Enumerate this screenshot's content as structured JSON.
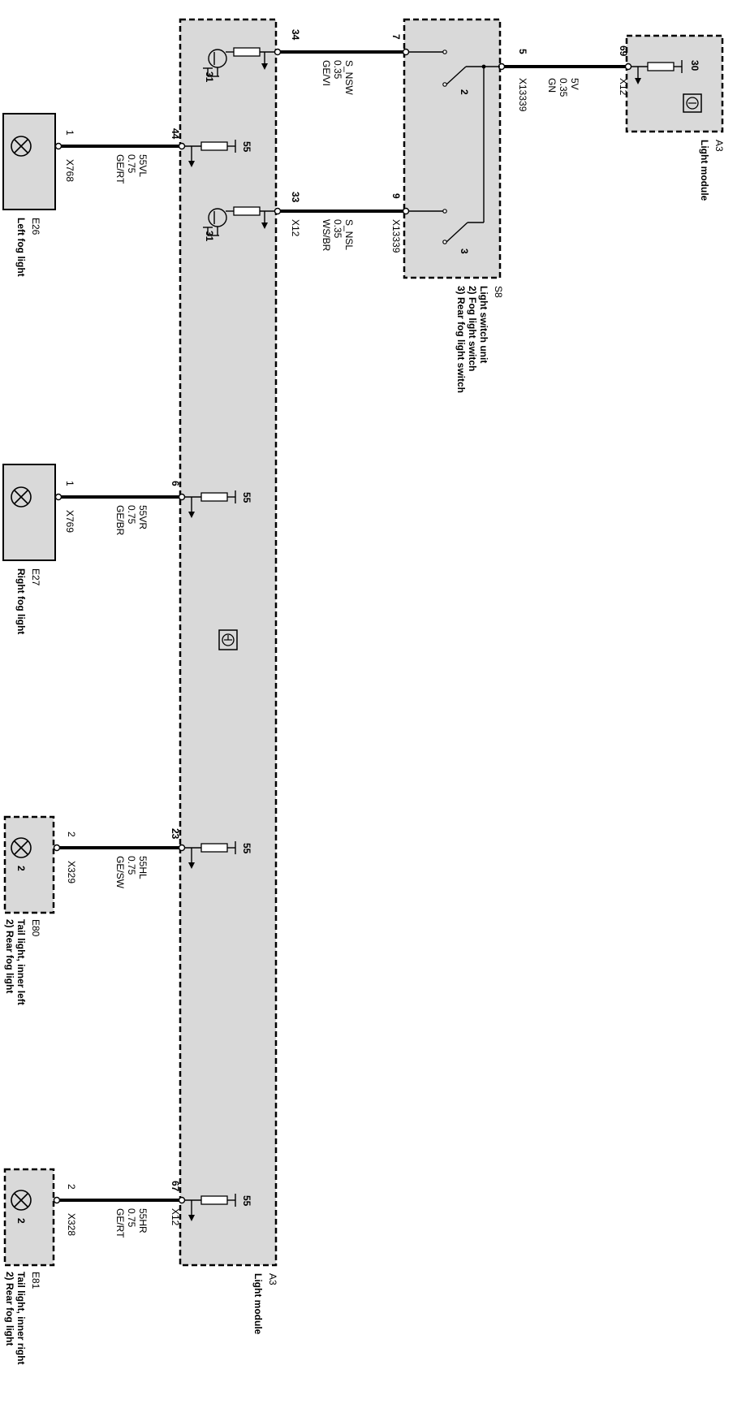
{
  "components": {
    "e26": {
      "id": "E26",
      "name": "Left fog light",
      "pin": "1",
      "connector": "X768"
    },
    "e27": {
      "id": "E27",
      "name": "Right fog light",
      "pin": "1",
      "connector": "X769"
    },
    "e80": {
      "id": "E80",
      "name1": "Tail light, inner left",
      "name2": "2) Rear fog light",
      "pin": "2",
      "connector": "X329",
      "sub": "2"
    },
    "e81": {
      "id": "E81",
      "name1": "Tail light, inner right",
      "name2": "2) Rear fog light",
      "pin": "2",
      "connector": "X328",
      "sub": "2"
    },
    "a3": {
      "id": "A3",
      "name": "Light module",
      "connector": "X12"
    },
    "a3_small": {
      "id": "A3",
      "name": "Light module",
      "pin": "69",
      "connector": "X12",
      "terminal": "30"
    },
    "s8": {
      "id": "S8",
      "name": "Light switch unit",
      "sub2": "2) Fog light switch",
      "sub3": "3) Rear fog light switch",
      "connector": "X13339",
      "pin5": "5",
      "pin7": "7",
      "pin9": "9",
      "sw2": "2",
      "sw3": "3"
    }
  },
  "wires": {
    "w_fl": {
      "pin": "44",
      "signal": "55VL",
      "size": "0.75",
      "color": "GE/RT",
      "term": "55"
    },
    "w_fr": {
      "pin": "6",
      "signal": "55VR",
      "size": "0.75",
      "color": "GE/BR",
      "term": "55"
    },
    "w_rl": {
      "pin": "23",
      "signal": "55HL",
      "size": "0.75",
      "color": "GE/SW",
      "term": "55"
    },
    "w_rr": {
      "pin": "67",
      "signal": "55HR",
      "size": "0.75",
      "color": "GE/RT",
      "term": "55"
    },
    "w_nsw": {
      "pin": "34",
      "signal": "S_NSW",
      "size": "0.35",
      "color": "GE/VI",
      "term": "31"
    },
    "w_nsl": {
      "pin": "33",
      "signal": "S_NSL",
      "size": "0.35",
      "color": "WS/BR",
      "term": "31"
    },
    "w_5v": {
      "signal": "5V",
      "size": "0.35",
      "color": "GN"
    }
  }
}
